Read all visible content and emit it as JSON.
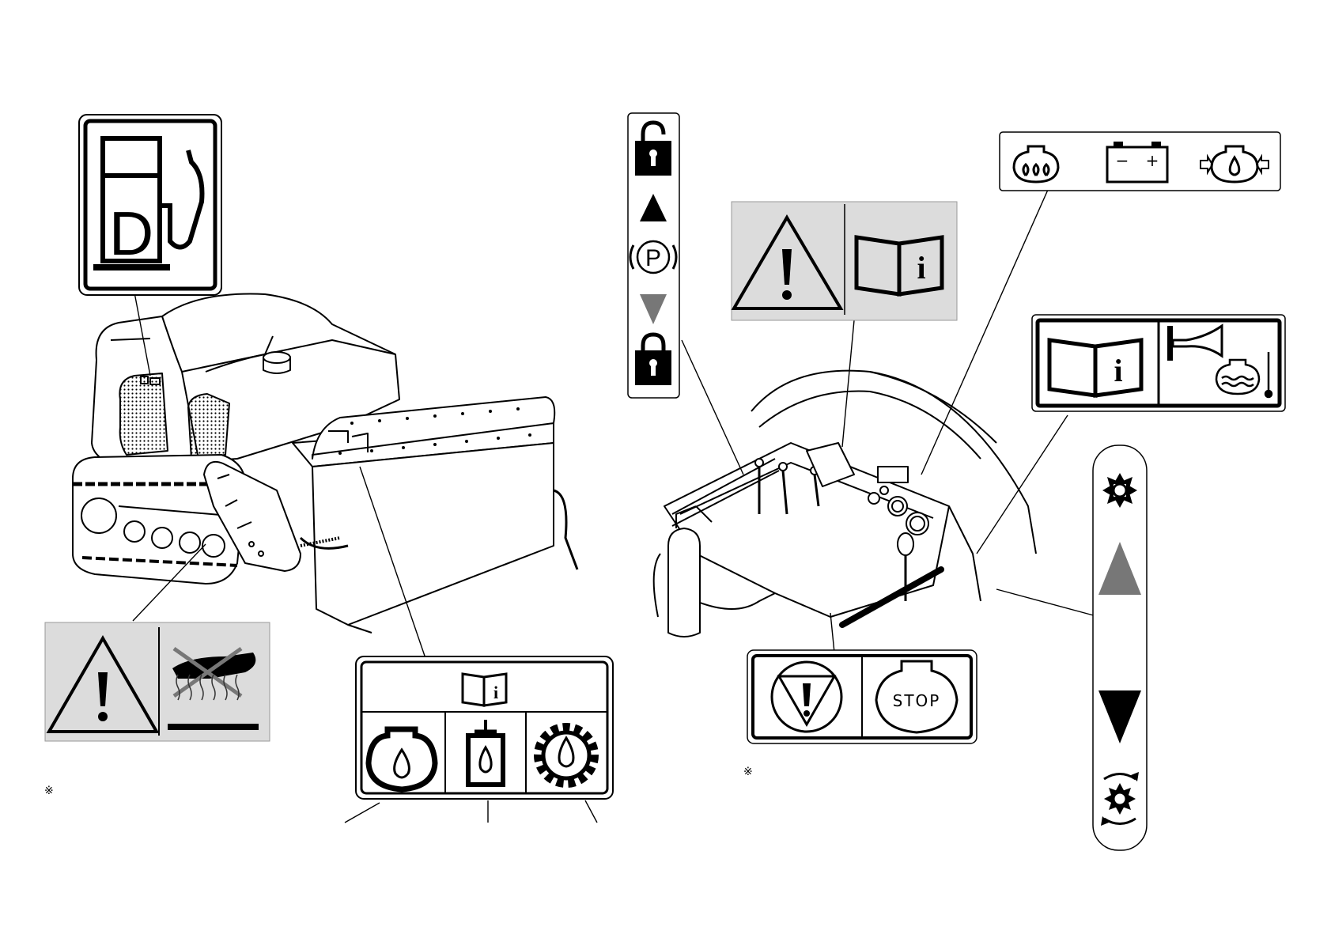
{
  "note_mark": "※",
  "stop_text": "STOP",
  "parking_letter": "P",
  "diesel_letter": "D",
  "battery_minus": "−",
  "battery_plus": "+",
  "info_letter": "i"
}
